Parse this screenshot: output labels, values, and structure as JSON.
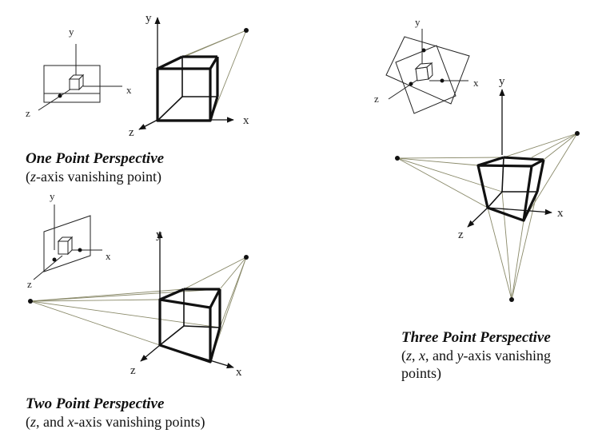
{
  "diagram": {
    "axis_labels": {
      "x": "x",
      "y": "y",
      "z": "z"
    },
    "panels": [
      {
        "title": "One Point Perspective",
        "subtitle_parts": [
          "(",
          "z",
          "-axis vanishing point)"
        ]
      },
      {
        "title": "Two Point Perspective",
        "subtitle_parts": [
          "(",
          "z",
          ", and ",
          "x",
          "-axis vanishing points)"
        ]
      },
      {
        "title": "Three Point Perspective",
        "subtitle_line1_parts": [
          "(",
          "z",
          ", ",
          "x",
          ", and ",
          "y",
          "-axis vanishing"
        ],
        "subtitle_line2": "points)"
      }
    ],
    "colors": {
      "ink": "#111111",
      "projector": "#8a8a6a"
    }
  }
}
